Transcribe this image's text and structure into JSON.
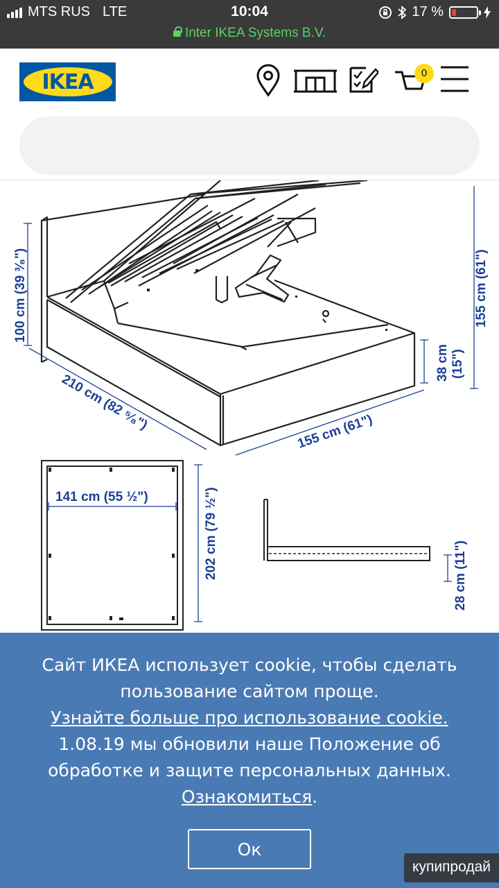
{
  "status_bar": {
    "carrier": "MTS RUS",
    "network": "LTE",
    "time": "10:04",
    "battery_percent": "17 %",
    "battery_level": 0.17,
    "url_owner": "Inter IKEA Systems B.V."
  },
  "header": {
    "logo_text": "IKEA",
    "icons": [
      "location-pin-icon",
      "store-icon",
      "shopping-list-icon",
      "cart-icon",
      "menu-icon"
    ],
    "cart_count": "0",
    "search": {
      "placeholder": ""
    }
  },
  "drawing": {
    "headboard_height": "100 cm (39 ³⁄₈\")",
    "bed_length": "210 cm (82 ⁵⁄₈\")",
    "bed_width": "155 cm (61\")",
    "total_height": "155 cm (61\")",
    "frame_height": "38 cm",
    "frame_height_in": "(15\")",
    "mattress_width": "141 cm (55 ½\")",
    "mattress_length": "202 cm (79 ½\")",
    "under_bed_clearance": "28 cm (11\")"
  },
  "cookie": {
    "line1": "Сайт ИКЕА использует cookie, чтобы сделать пользование сайтом проще.",
    "learn_more_link": "Узнайте больше про использование cookie.",
    "line2": "1.08.19 мы обновили наше Положение об обработке и защите персональных данных.",
    "details_link": "Ознакомиться",
    "period": ".",
    "ok_button": "Ок"
  },
  "watermark": "купипродай",
  "colors": {
    "status_bar_bg": "#3a3a3a",
    "url_green": "#5bd166",
    "ikea_blue": "#0058a3",
    "ikea_yellow": "#ffda1a",
    "dimension_blue": "#1b3f94",
    "cookie_bg": "#4a7ab4"
  }
}
